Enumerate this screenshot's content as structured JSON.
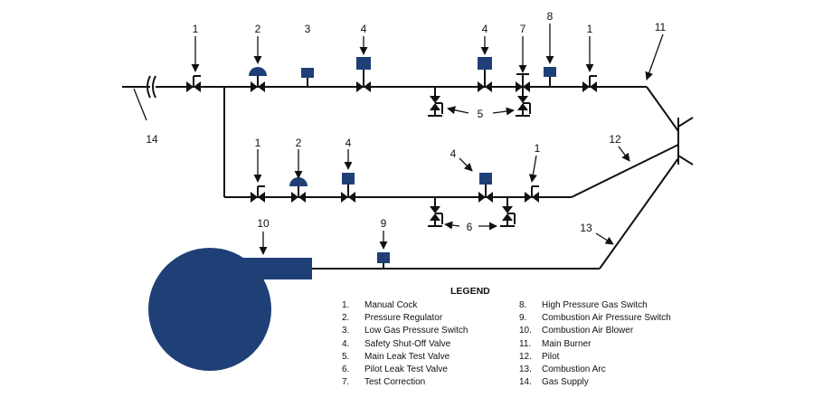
{
  "callouts": {
    "c1a": "1",
    "c2a": "2",
    "c3a": "3",
    "c4a": "4",
    "c4b": "4",
    "c7": "7",
    "c8": "8",
    "c1b": "1",
    "c11": "11",
    "c5": "5",
    "c14": "14",
    "c1c": "1",
    "c2b": "2",
    "c4c": "4",
    "c4d": "4",
    "c1d": "1",
    "c12": "12",
    "c6": "6",
    "c10": "10",
    "c9": "9",
    "c13": "13"
  },
  "legend": {
    "title": "LEGEND",
    "items": [
      {
        "num": "1.",
        "label": "Manual Cock"
      },
      {
        "num": "2.",
        "label": "Pressure Regulator"
      },
      {
        "num": "3.",
        "label": "Low Gas Pressure Switch"
      },
      {
        "num": "4.",
        "label": "Safety Shut-Off Valve"
      },
      {
        "num": "5.",
        "label": "Main Leak Test Valve"
      },
      {
        "num": "6.",
        "label": "Pilot Leak Test Valve"
      },
      {
        "num": "7.",
        "label": "Test Correction"
      },
      {
        "num": "8.",
        "label": "High Pressure Gas Switch"
      },
      {
        "num": "9.",
        "label": "Combustion Air Pressure Switch"
      },
      {
        "num": "10.",
        "label": "Combustion Air Blower"
      },
      {
        "num": "11.",
        "label": "Main Burner"
      },
      {
        "num": "12.",
        "label": "Pilot"
      },
      {
        "num": "13.",
        "label": "Combustion Arc"
      },
      {
        "num": "14.",
        "label": "Gas Supply"
      }
    ]
  },
  "colors": {
    "device": "#1f3f77",
    "line": "#111111"
  }
}
